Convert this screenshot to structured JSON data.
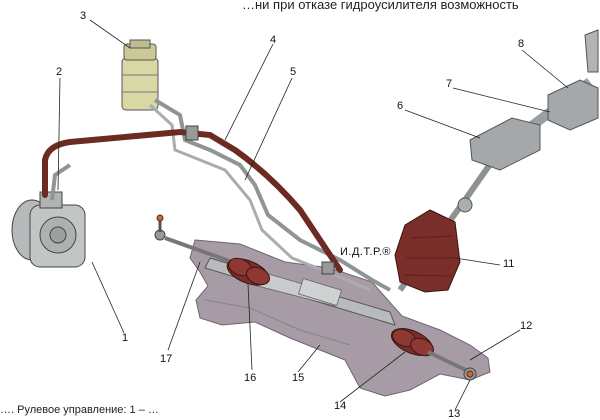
{
  "top_caption": "…ни при отказе гидроусилителя возможность",
  "bottom_caption": "…. Рулевое управление: 1 – …",
  "watermark": "И.Д.Т.Р.®",
  "callouts": [
    {
      "id": "1",
      "label": "1"
    },
    {
      "id": "2",
      "label": "2"
    },
    {
      "id": "3",
      "label": "3"
    },
    {
      "id": "4",
      "label": "4"
    },
    {
      "id": "5",
      "label": "5"
    },
    {
      "id": "6",
      "label": "6"
    },
    {
      "id": "7",
      "label": "7"
    },
    {
      "id": "8",
      "label": "8"
    },
    {
      "id": "11",
      "label": "11"
    },
    {
      "id": "12",
      "label": "12"
    },
    {
      "id": "13",
      "label": "13"
    },
    {
      "id": "14",
      "label": "14"
    },
    {
      "id": "15",
      "label": "15"
    },
    {
      "id": "16",
      "label": "16"
    },
    {
      "id": "17",
      "label": "17"
    }
  ],
  "colors": {
    "hose": "#6b2b22",
    "boot": "#7a2e2a",
    "subframe": "#a59aa3",
    "metal": "#b9bcbd",
    "reservoir": "#d9d7a4"
  }
}
